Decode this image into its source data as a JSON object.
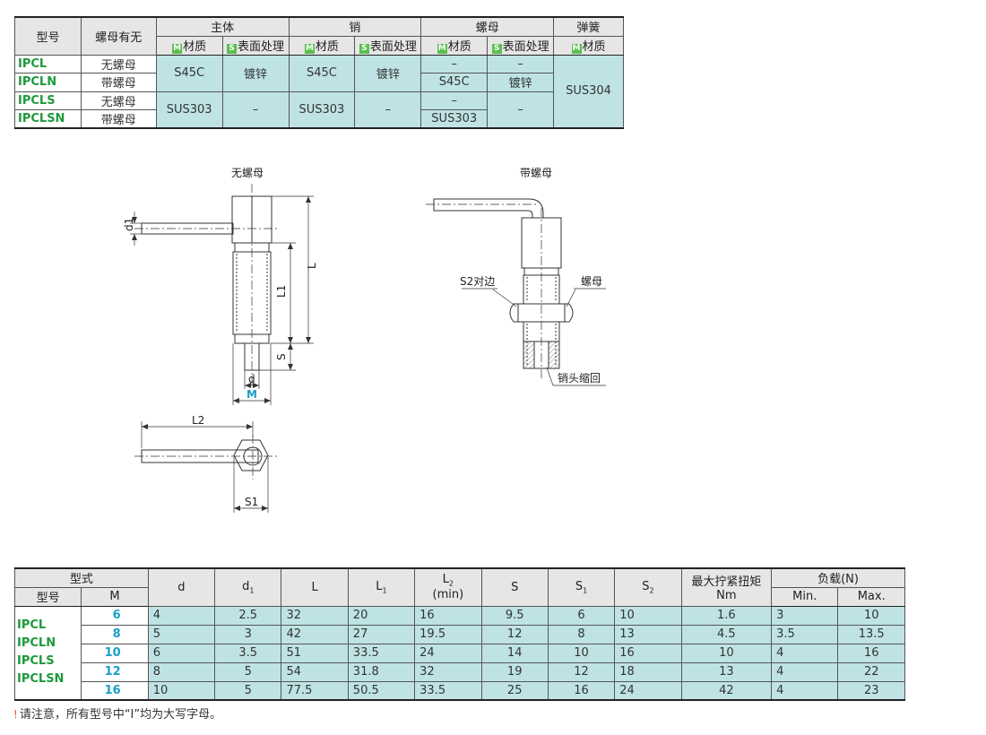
{
  "material_table": {
    "headers": {
      "model": "型号",
      "nut_presence": "螺母有无",
      "groups": [
        "主体",
        "销",
        "螺母",
        "弹簧"
      ],
      "material": "材质",
      "surface": "表面处理",
      "tag_m": "M",
      "tag_s": "S"
    },
    "rows": [
      {
        "model": "IPCL",
        "nut": "无螺母"
      },
      {
        "model": "IPCLN",
        "nut": "带螺母"
      },
      {
        "model": "IPCLS",
        "nut": "无螺母"
      },
      {
        "model": "IPCLSN",
        "nut": "带螺母"
      }
    ],
    "values": {
      "body_material_a": "S45C",
      "body_surface_a": "镀锌",
      "pin_material_a": "S45C",
      "pin_surface_a": "镀锌",
      "nut_material_r1": "–",
      "nut_surface_r1": "–",
      "nut_material_r2": "S45C",
      "nut_surface_r2": "镀锌",
      "spring_material": "SUS304",
      "body_material_b": "SUS303",
      "body_surface_b": "–",
      "pin_material_b": "SUS303",
      "pin_surface_b": "–",
      "nut_material_r3": "–",
      "nut_material_r4": "SUS303",
      "nut_surface_b": "–"
    }
  },
  "drawing": {
    "title_without_nut": "无螺母",
    "title_with_nut": "带螺母",
    "label_d1": "d1",
    "label_L": "L",
    "label_L1": "L1",
    "label_S": "S",
    "label_d": "d",
    "label_M": "M",
    "label_L2": "L2",
    "label_S1": "S1",
    "label_S2": "S2对边",
    "label_nut": "螺母",
    "label_pin_head": "销头缩回"
  },
  "spec_table": {
    "headers": {
      "type": "型式",
      "model": "型号",
      "m": "M",
      "d": "d",
      "d1": "d",
      "d1_sub": "1",
      "L": "L",
      "L1": "L",
      "L1_sub": "1",
      "L2": "L",
      "L2_sub": "2",
      "L2_min": "(min)",
      "S": "S",
      "S1": "S",
      "S1_sub": "1",
      "S2": "S",
      "S2_sub": "2",
      "torque": "最大拧紧扭矩",
      "torque_unit": "Nm",
      "load": "负载(N)",
      "min": "Min.",
      "max": "Max."
    },
    "models": [
      "IPCL",
      "IPCLN",
      "IPCLS",
      "IPCLSN"
    ],
    "rows": [
      {
        "M": "6",
        "d": "4",
        "d1": "2.5",
        "L": "32",
        "L1": "20",
        "L2": "16",
        "S": "9.5",
        "S1": "6",
        "S2": "10",
        "torque": "1.6",
        "min": "3",
        "max": "10"
      },
      {
        "M": "8",
        "d": "5",
        "d1": "3",
        "L": "42",
        "L1": "27",
        "L2": "19.5",
        "S": "12",
        "S1": "8",
        "S2": "13",
        "torque": "4.5",
        "min": "3.5",
        "max": "13.5"
      },
      {
        "M": "10",
        "d": "6",
        "d1": "3.5",
        "L": "51",
        "L1": "33.5",
        "L2": "24",
        "S": "14",
        "S1": "10",
        "S2": "16",
        "torque": "10",
        "min": "4",
        "max": "16"
      },
      {
        "M": "12",
        "d": "8",
        "d1": "5",
        "L": "54",
        "L1": "31.8",
        "L2": "32",
        "S": "19",
        "S1": "12",
        "S2": "18",
        "torque": "13",
        "min": "4",
        "max": "22"
      },
      {
        "M": "16",
        "d": "10",
        "d1": "5",
        "L": "77.5",
        "L1": "50.5",
        "L2": "33.5",
        "S": "25",
        "S1": "16",
        "S2": "24",
        "torque": "42",
        "min": "4",
        "max": "23"
      }
    ]
  },
  "footnote": {
    "icon": "!",
    "text": "请注意，所有型号中“I”均为大写字母。"
  },
  "colors": {
    "accent_cyan": "#bfe3e5",
    "model_green": "#1e9a3c",
    "m_blue": "#1a9fc7",
    "tag_green": "#5bbf4f"
  }
}
